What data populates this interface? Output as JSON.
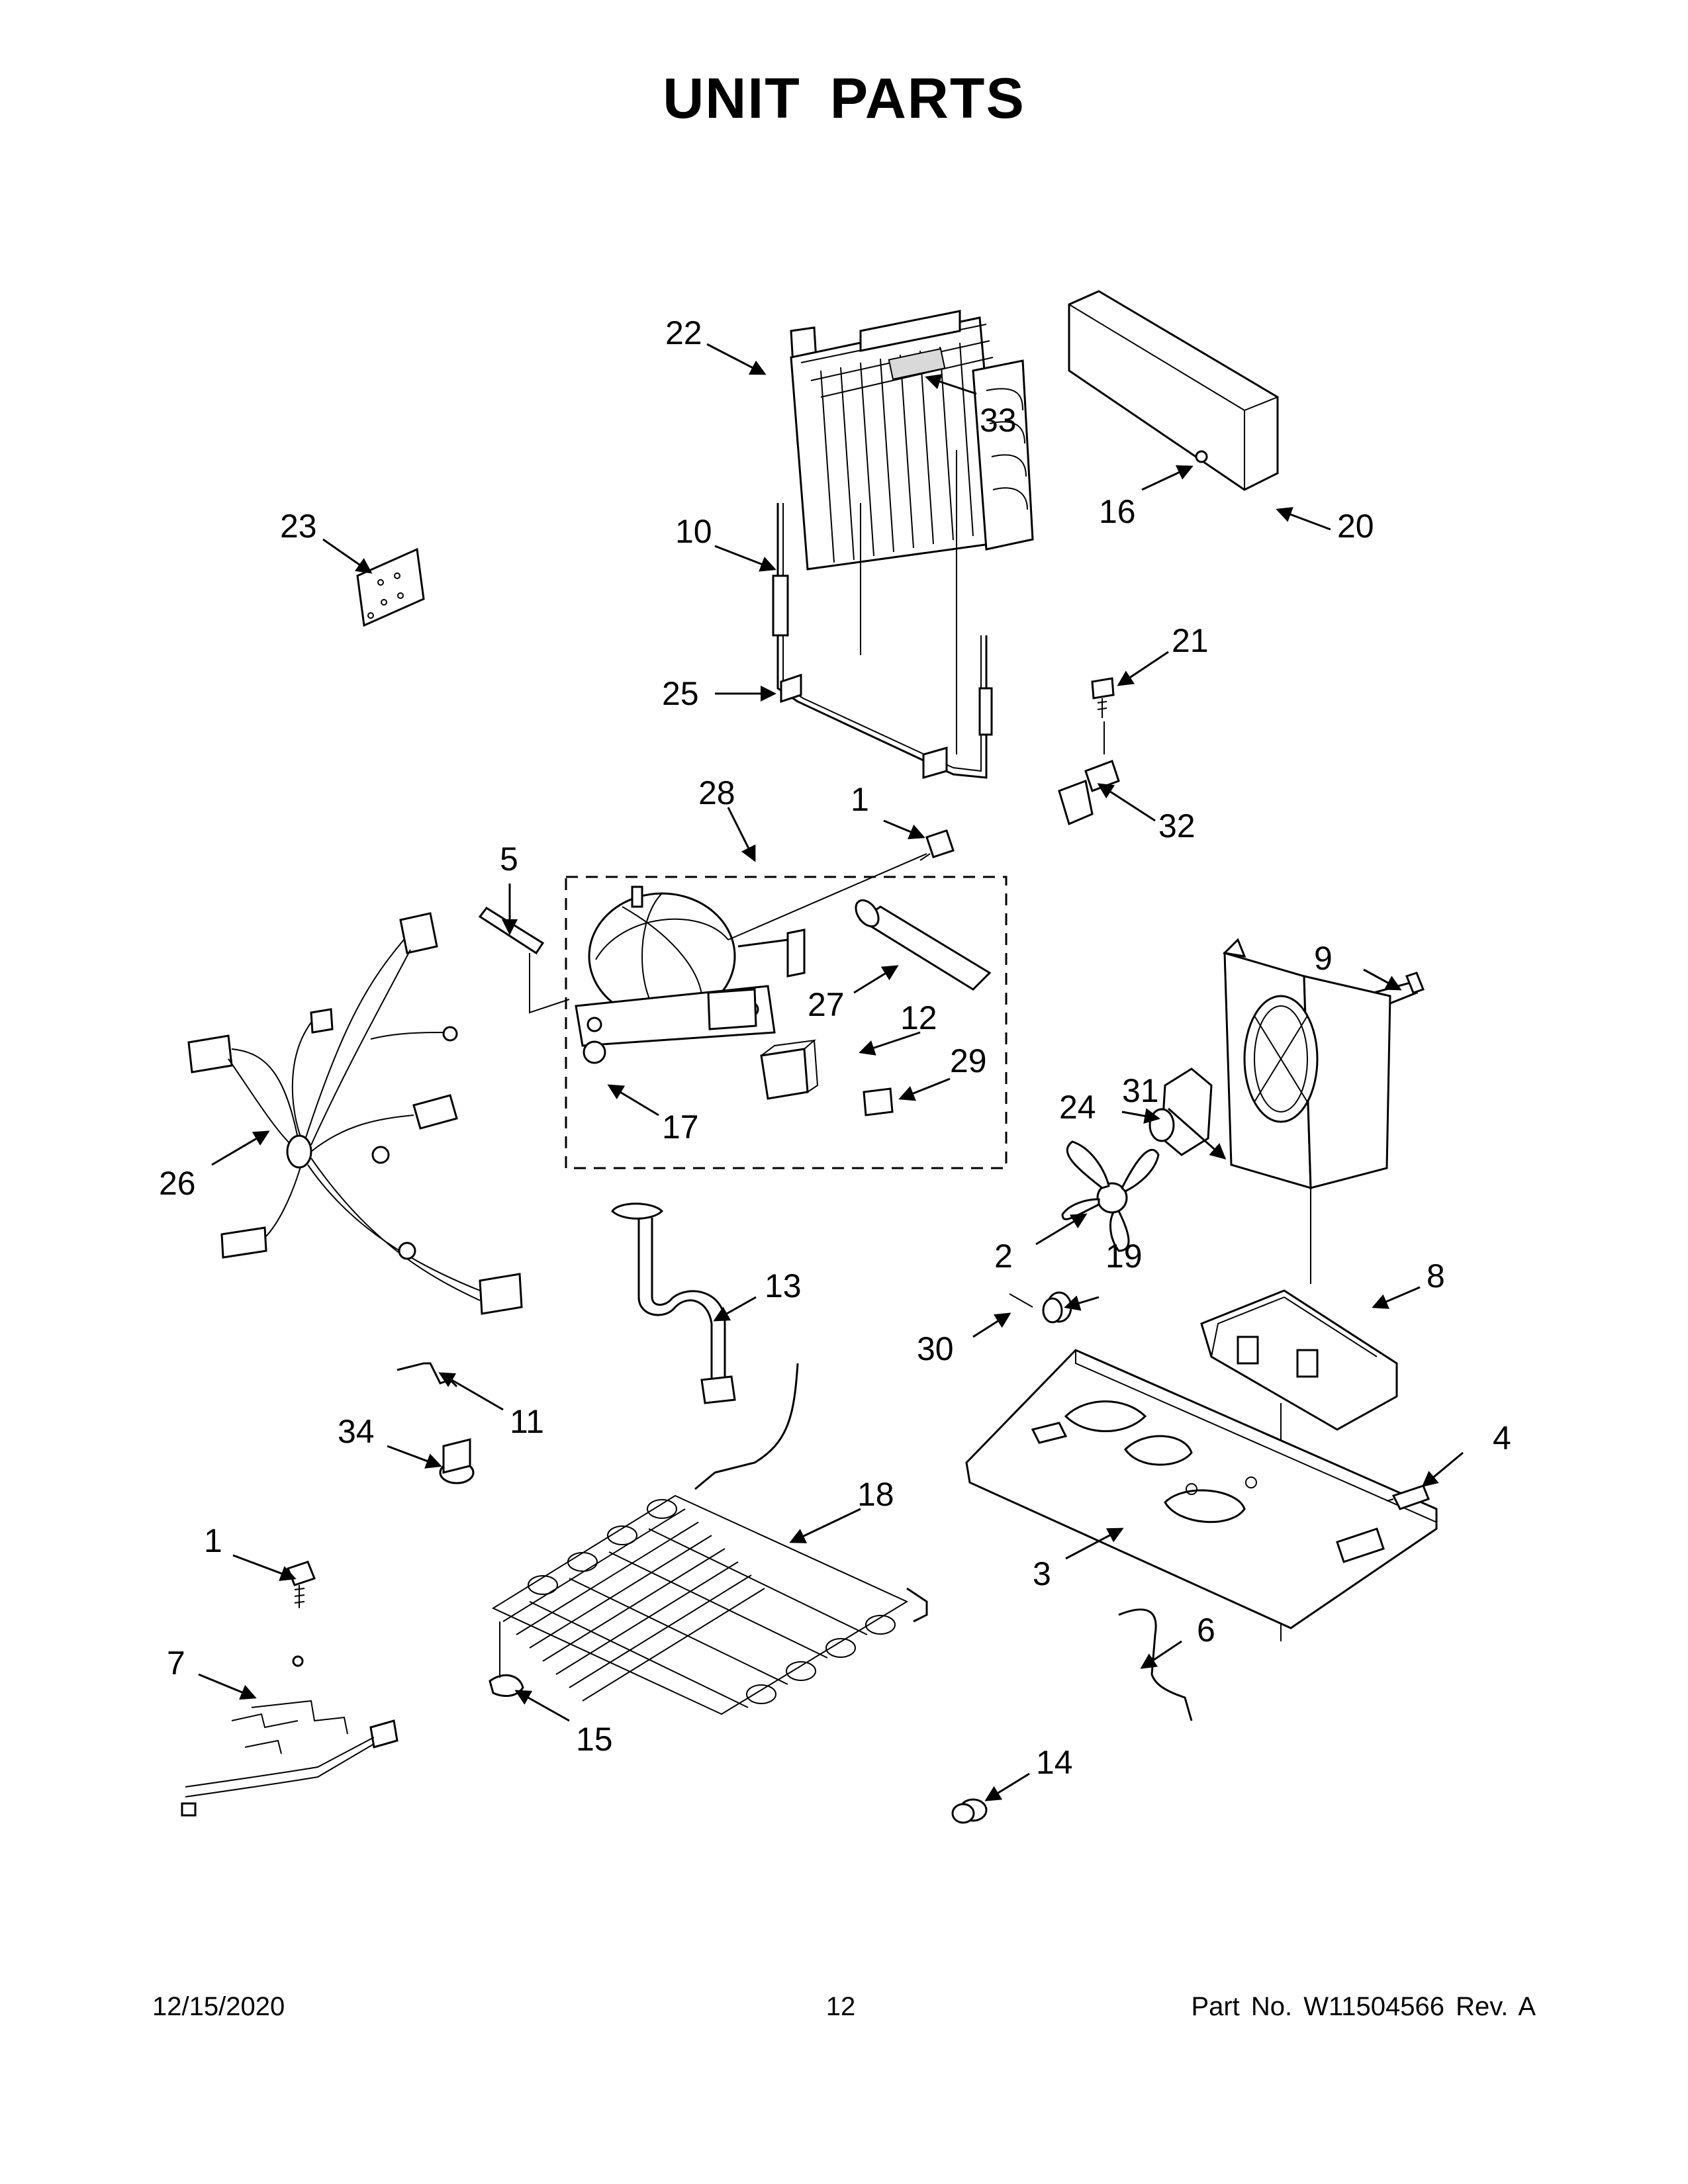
{
  "page": {
    "title": "UNIT PARTS",
    "footer": {
      "date": "12/15/2020",
      "page_number": "12",
      "part_number": "Part No.  W11504566  Rev.  A"
    }
  },
  "callouts": [
    {
      "id": "c22",
      "label": "22"
    },
    {
      "id": "c33",
      "label": "33"
    },
    {
      "id": "c10",
      "label": "10"
    },
    {
      "id": "c25",
      "label": "25"
    },
    {
      "id": "c23",
      "label": "23"
    },
    {
      "id": "c16",
      "label": "16"
    },
    {
      "id": "c20",
      "label": "20"
    },
    {
      "id": "c21",
      "label": "21"
    },
    {
      "id": "c32",
      "label": "32"
    },
    {
      "id": "c28",
      "label": "28"
    },
    {
      "id": "c1a",
      "label": "1"
    },
    {
      "id": "c5",
      "label": "5"
    },
    {
      "id": "c27",
      "label": "27"
    },
    {
      "id": "c12",
      "label": "12"
    },
    {
      "id": "c29",
      "label": "29"
    },
    {
      "id": "c17",
      "label": "17"
    },
    {
      "id": "c9",
      "label": "9"
    },
    {
      "id": "c31",
      "label": "31"
    },
    {
      "id": "c24",
      "label": "24"
    },
    {
      "id": "c26",
      "label": "26"
    },
    {
      "id": "c2",
      "label": "2"
    },
    {
      "id": "c19",
      "label": "19"
    },
    {
      "id": "c13",
      "label": "13"
    },
    {
      "id": "c8",
      "label": "8"
    },
    {
      "id": "c30",
      "label": "30"
    },
    {
      "id": "c11",
      "label": "11"
    },
    {
      "id": "c34",
      "label": "34"
    },
    {
      "id": "c4",
      "label": "4"
    },
    {
      "id": "c18",
      "label": "18"
    },
    {
      "id": "c3",
      "label": "3"
    },
    {
      "id": "c1b",
      "label": "1"
    },
    {
      "id": "c6",
      "label": "6"
    },
    {
      "id": "c7",
      "label": "7"
    },
    {
      "id": "c15",
      "label": "15"
    },
    {
      "id": "c14",
      "label": "14"
    }
  ]
}
